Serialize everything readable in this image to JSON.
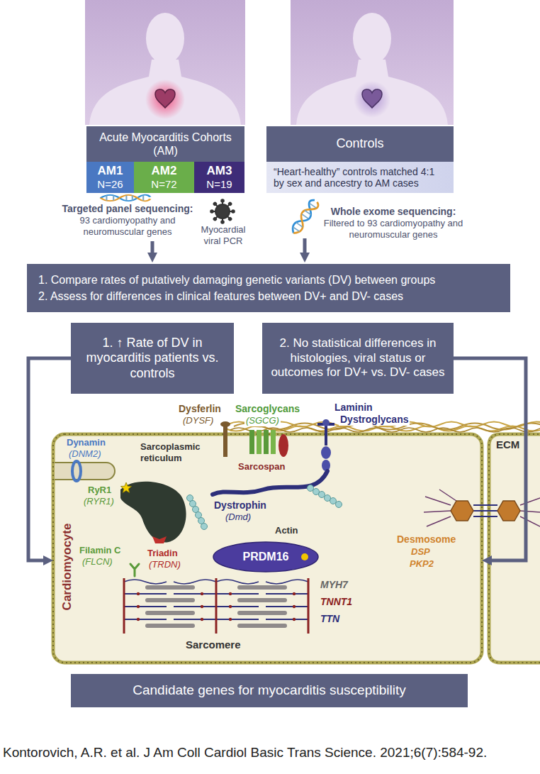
{
  "diagram": {
    "caption": "Kontorovich, A.R. et al. J Am Coll Cardiol Basic Trans Science. 2021;6(7):584-92.",
    "nodes": [
      {
        "text": [
          "Acute Myocarditis Cohorts (AM)"
        ]
      },
      {
        "text": [
          "AM1",
          "N=26"
        ]
      },
      {
        "text": [
          "AM2",
          "N=72"
        ]
      },
      {
        "text": [
          "AM3",
          "N=19"
        ]
      },
      {
        "text": [
          "Controls"
        ]
      },
      {
        "text": [
          "“Heart-healthy” controls matched 4:1 by sex and ancestry to AM cases"
        ]
      },
      {
        "text": [
          "1. Compare rates of putatively damaging genetic variants (DV) between groups",
          "2. Assess for differences in clinical features between DV+ and DV- cases"
        ]
      },
      {
        "text": [
          "1. ↑ Rate of DV in myocarditis patients vs. controls"
        ]
      },
      {
        "text": [
          "2. No statistical differences in histologies, viral status or outcomes for DV+ vs. DV- cases"
        ]
      },
      {
        "text": [
          "Cardiomyocyte"
        ]
      },
      {
        "text": [
          "PRDM16"
        ],
        "in": 9
      },
      {
        "text": [
          "Candidate genes for myocarditis susceptibility"
        ]
      }
    ],
    "edges": [
      {
        "from": 7,
        "to": 9,
        "arrow": "to"
      },
      {
        "from": 8,
        "to": 9,
        "arrow": "to"
      }
    ],
    "labels": [
      "Targeted panel sequencing:",
      "93 cardiomyopathy and neuromuscular genes",
      "Myocardial viral PCR",
      "Whole exome sequencing:",
      "Filtered to 93 cardiomyopathy and neuromuscular genes",
      "Dysferlin",
      "(DYSF)",
      "Sarcoglycans",
      "(SGCG)",
      "Laminin",
      "Dystroglycans",
      "ECM",
      "Sarcospan",
      "Sarcoplasmic reticulum",
      "Dynamin",
      "(DNM2)",
      "RyR1",
      "(RYR1)",
      "Triadin",
      "(TRDN)",
      "Dystrophin",
      "(Dmd)",
      "Actin",
      "Filamin C",
      "(FLCN)",
      "Desmosome",
      "DSP",
      "PKP2",
      "MYH7",
      "TNNT1",
      "TTN",
      "Sarcomere"
    ]
  }
}
